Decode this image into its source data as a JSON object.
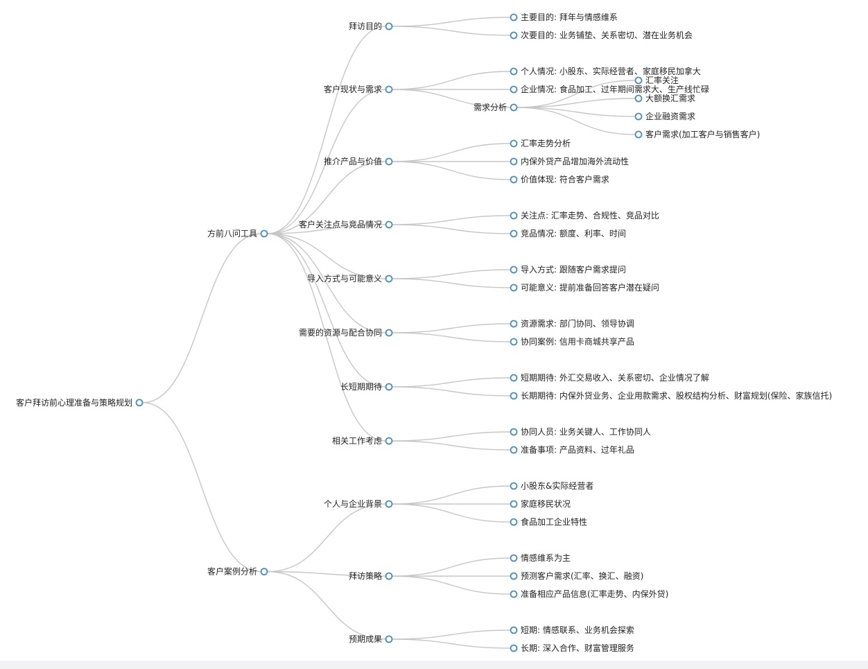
{
  "mindmap": {
    "root": {
      "label": "客户拜访前心理准备与策略规划",
      "children": [
        {
          "label": "方前八问工具",
          "children": [
            {
              "label": "拜访目的",
              "children": [
                {
                  "label": "主要目的: 拜年与情感维系"
                },
                {
                  "label": "次要目的: 业务铺垫、关系密切、潜在业务机会"
                }
              ]
            },
            {
              "label": "客户现状与需求",
              "children": [
                {
                  "label": "个人情况: 小股东、实际经营者、家庭移民加拿大"
                },
                {
                  "label": "企业情况: 食品加工、过年期间需求大、生产线忙碌"
                },
                {
                  "label": "需求分析",
                  "children": [
                    {
                      "label": "汇率关注"
                    },
                    {
                      "label": "大额换汇需求"
                    },
                    {
                      "label": "企业融资需求"
                    },
                    {
                      "label": "客户需求(加工客户与销售客户)"
                    }
                  ]
                }
              ]
            },
            {
              "label": "推介产品与价值",
              "children": [
                {
                  "label": "汇率走势分析"
                },
                {
                  "label": "内保外贷产品增加海外流动性"
                },
                {
                  "label": "价值体现: 符合客户需求"
                }
              ]
            },
            {
              "label": "客户关注点与竞品情况",
              "children": [
                {
                  "label": "关注点: 汇率走势、合规性、竞品对比"
                },
                {
                  "label": "竞品情况: 额度、利率、时间"
                }
              ]
            },
            {
              "label": "导入方式与可能意义",
              "children": [
                {
                  "label": "导入方式: 跟随客户需求提问"
                },
                {
                  "label": "可能意义: 提前准备回答客户潜在疑问"
                }
              ]
            },
            {
              "label": "需要的资源与配合协同",
              "children": [
                {
                  "label": "资源需求: 部门协同、领导协调"
                },
                {
                  "label": "协同案例: 信用卡商城共享产品"
                }
              ]
            },
            {
              "label": "长短期期待",
              "children": [
                {
                  "label": "短期期待: 外汇交易收入、关系密切、企业情况了解"
                },
                {
                  "label": "长期期待: 内保外贷业务、企业用款需求、股权结构分析、财富规划(保险、家族信托)"
                }
              ]
            },
            {
              "label": "相关工作考虑",
              "children": [
                {
                  "label": "协同人员: 业务关键人、工作协同人"
                },
                {
                  "label": "准备事项: 产品资料、过年礼品"
                }
              ]
            }
          ]
        },
        {
          "label": "客户案例分析",
          "children": [
            {
              "label": "个人与企业背景",
              "children": [
                {
                  "label": "小股东&实际经营者"
                },
                {
                  "label": "家庭移民状况"
                },
                {
                  "label": "食品加工企业特性"
                }
              ]
            },
            {
              "label": "拜访策略",
              "children": [
                {
                  "label": "情感维系为主"
                },
                {
                  "label": "预测客户需求(汇率、换汇、融资)"
                },
                {
                  "label": "准备相应产品信息(汇率走势、内保外贷)"
                }
              ]
            },
            {
              "label": "预期成果",
              "children": [
                {
                  "label": "短期: 情感联系、业务机会探索"
                },
                {
                  "label": "长期: 深入合作、财富管理服务"
                }
              ]
            }
          ]
        }
      ]
    }
  }
}
